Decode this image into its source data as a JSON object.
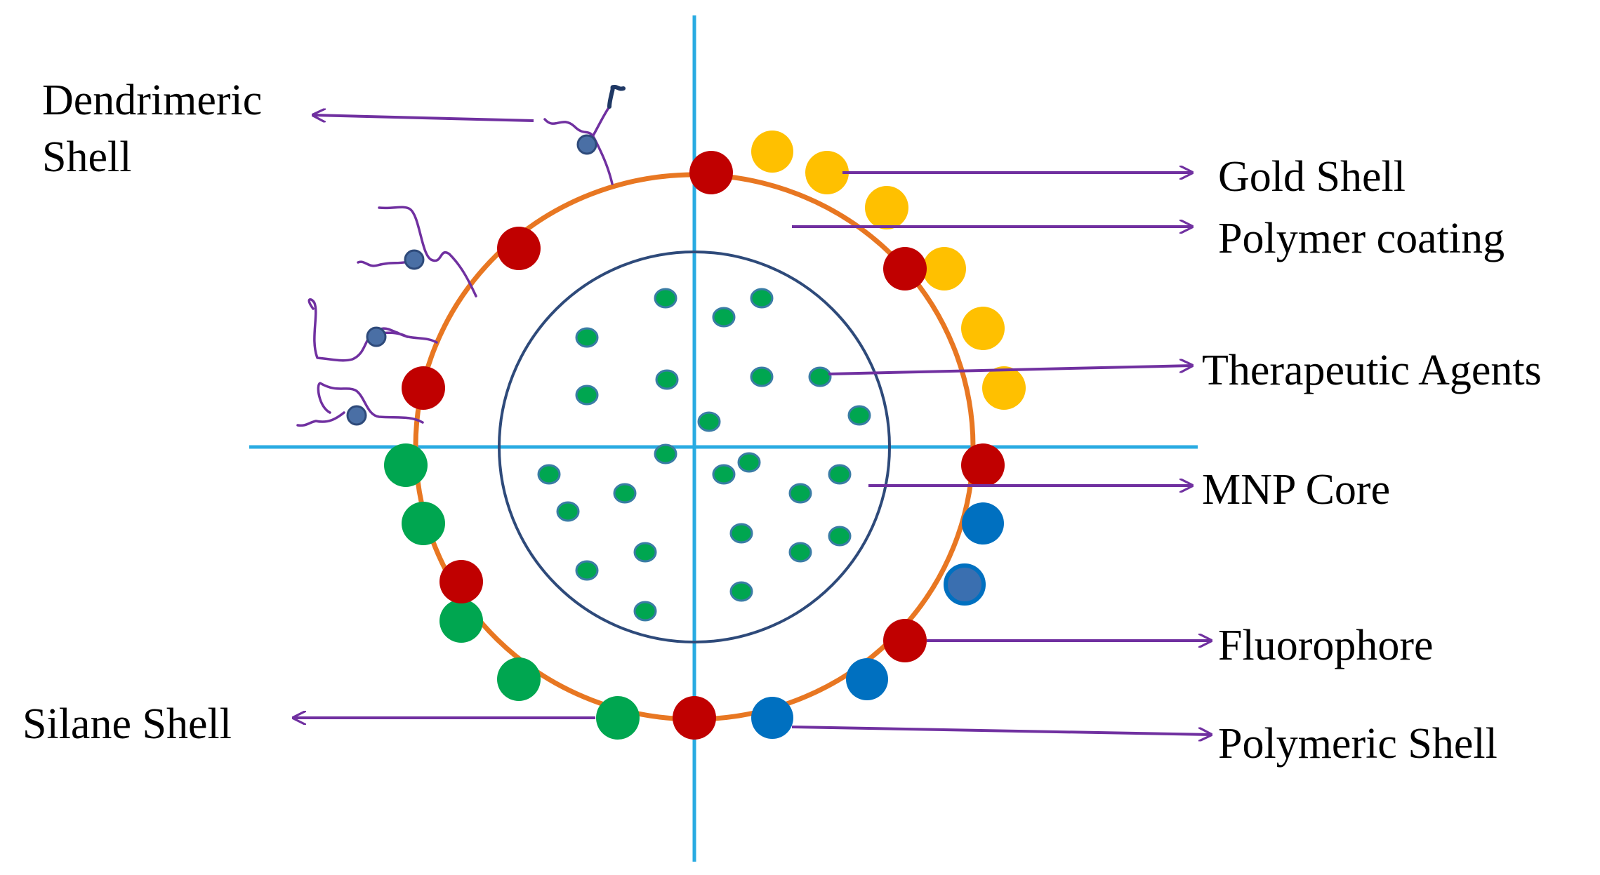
{
  "labels": {
    "dendrimeric_line1": "Dendrimeric",
    "dendrimeric_line2": "Shell",
    "gold_shell": "Gold Shell",
    "polymer_coating": "Polymer coating",
    "therapeutic_agents": "Therapeutic Agents",
    "mnp_core": "MNP Core",
    "fluorophore": "Fluorophore",
    "silane_shell": "Silane Shell",
    "polymeric_shell": "Polymeric Shell"
  },
  "colors": {
    "axis": "#29abe2",
    "outer_ring": "#e87722",
    "core_ring": "#2e4a7a",
    "arrow": "#7030a0",
    "fluorophore_dot": "#c00000",
    "gold_dot": "#ffc000",
    "silane_dot": "#00a650",
    "polymeric_dot": "#0070c0",
    "therapeutic_dot": "#00a650",
    "dendrimer_node": "#4a6fa5",
    "dendrimer_tip": "#1f3864"
  }
}
